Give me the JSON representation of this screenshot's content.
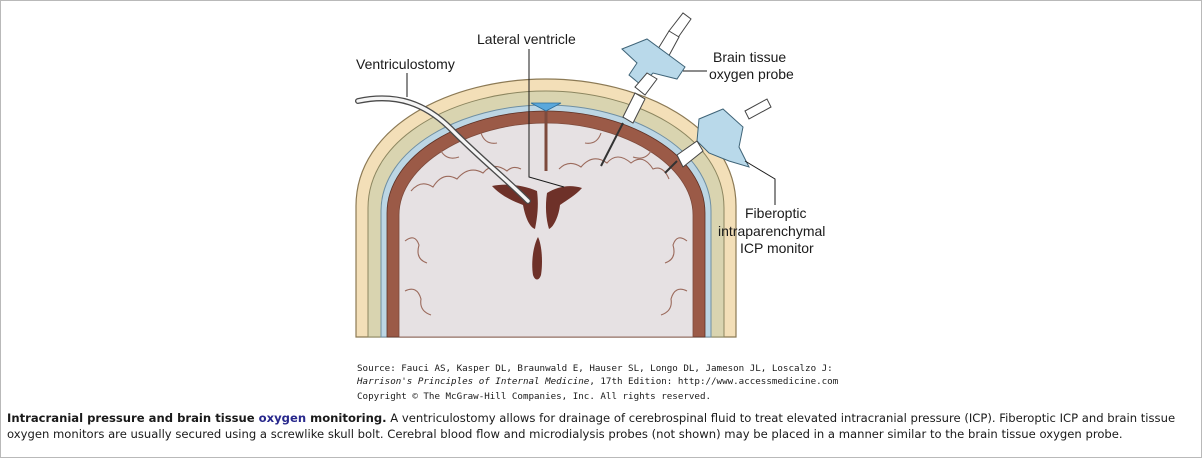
{
  "labels": {
    "ventriculostomy": "Ventriculostomy",
    "lateral_ventricle": "Lateral ventricle",
    "probe_line1": "Brain tissue",
    "probe_line2": "oxygen probe",
    "icp_line1": "Fiberoptic",
    "icp_line2": "intraparenchymal",
    "icp_line3": "ICP monitor"
  },
  "source": {
    "line1": "Source: Fauci AS, Kasper DL, Braunwald E, Hauser SL, Longo DL, Jameson JL, Loscalzo J:",
    "book_title": "Harrison's Principles of Internal Medicine",
    "line2_rest": ", 17th Edition: http://www.accessmedicine.com",
    "copyright": "Copyright © The McGraw-Hill Companies, Inc. All rights reserved."
  },
  "caption": {
    "title_part1": "Intracranial pressure and brain tissue ",
    "title_keyword": "oxygen",
    "title_part2": " monitoring.",
    "body": " A ventriculostomy allows for drainage of cerebrospinal fluid to treat elevated intracranial pressure (ICP). Fiberoptic ICP and brain tissue oxygen monitors are usually secured using a screwlike skull bolt. Cerebral blood flow and microdialysis probes (not shown) may be placed in a manner similar to the brain tissue oxygen probe."
  },
  "colors": {
    "scalp": "#f3dfb8",
    "skull": "#d9d4b0",
    "csf_layer": "#bcd6e4",
    "brain": "#e6e1e3",
    "cortex_border": "#9b5a47",
    "ventricle": "#6e3129",
    "third_ventricle_csf": "#5aa8dc",
    "probe_body": "#b9d9ea",
    "keyword_link": "#28288c"
  }
}
